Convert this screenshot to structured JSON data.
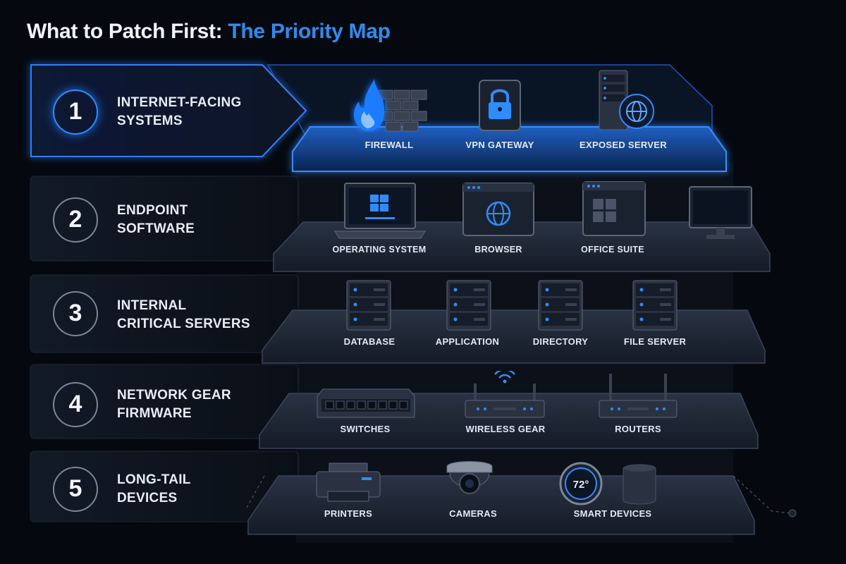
{
  "title": {
    "prefix": "What to Patch First: ",
    "highlight": "The Priority Map"
  },
  "colors": {
    "accent": "#2d8cf0",
    "background": "#05090f",
    "shelf": "#1a2230",
    "panel": "#0f1622"
  },
  "rows": [
    {
      "number": "1",
      "title_line1": "INTERNET-FACING",
      "title_line2": "SYSTEMS",
      "items": [
        {
          "label": "FIREWALL",
          "icon": "firewall-icon"
        },
        {
          "label": "VPN GATEWAY",
          "icon": "lock-icon"
        },
        {
          "label": "EXPOSED SERVER",
          "icon": "exposed-server-icon"
        }
      ]
    },
    {
      "number": "2",
      "title_line1": "ENDPOINT",
      "title_line2": "SOFTWARE",
      "items": [
        {
          "label": "OPERATING SYSTEM",
          "icon": "laptop-icon"
        },
        {
          "label": "BROWSER",
          "icon": "browser-icon"
        },
        {
          "label": "OFFICE SUITE",
          "icon": "office-window-icon"
        },
        {
          "label": "",
          "icon": "monitor-icon"
        }
      ]
    },
    {
      "number": "3",
      "title_line1": "INTERNAL",
      "title_line2": "CRITICAL SERVERS",
      "items": [
        {
          "label": "DATABASE",
          "icon": "server-icon"
        },
        {
          "label": "APPLICATION",
          "icon": "server-icon"
        },
        {
          "label": "DIRECTORY",
          "icon": "server-icon"
        },
        {
          "label": "FILE SERVER",
          "icon": "server-icon"
        }
      ]
    },
    {
      "number": "4",
      "title_line1": "NETWORK GEAR",
      "title_line2": "FIRMWARE",
      "items": [
        {
          "label": "SWITCHES",
          "icon": "switch-icon"
        },
        {
          "label": "WIRELESS GEAR",
          "icon": "wireless-router-icon"
        },
        {
          "label": "ROUTERS",
          "icon": "router-icon"
        }
      ]
    },
    {
      "number": "5",
      "title_line1": "LONG-TAIL",
      "title_line2": "DEVICES",
      "items": [
        {
          "label": "PRINTERS",
          "icon": "printer-icon"
        },
        {
          "label": "CAMERAS",
          "icon": "camera-icon"
        },
        {
          "label": "SMART DEVICES",
          "icon": "thermostat-icon"
        },
        {
          "label": "",
          "icon": "smart-speaker-icon"
        }
      ],
      "thermostat_reading": "72°"
    }
  ]
}
